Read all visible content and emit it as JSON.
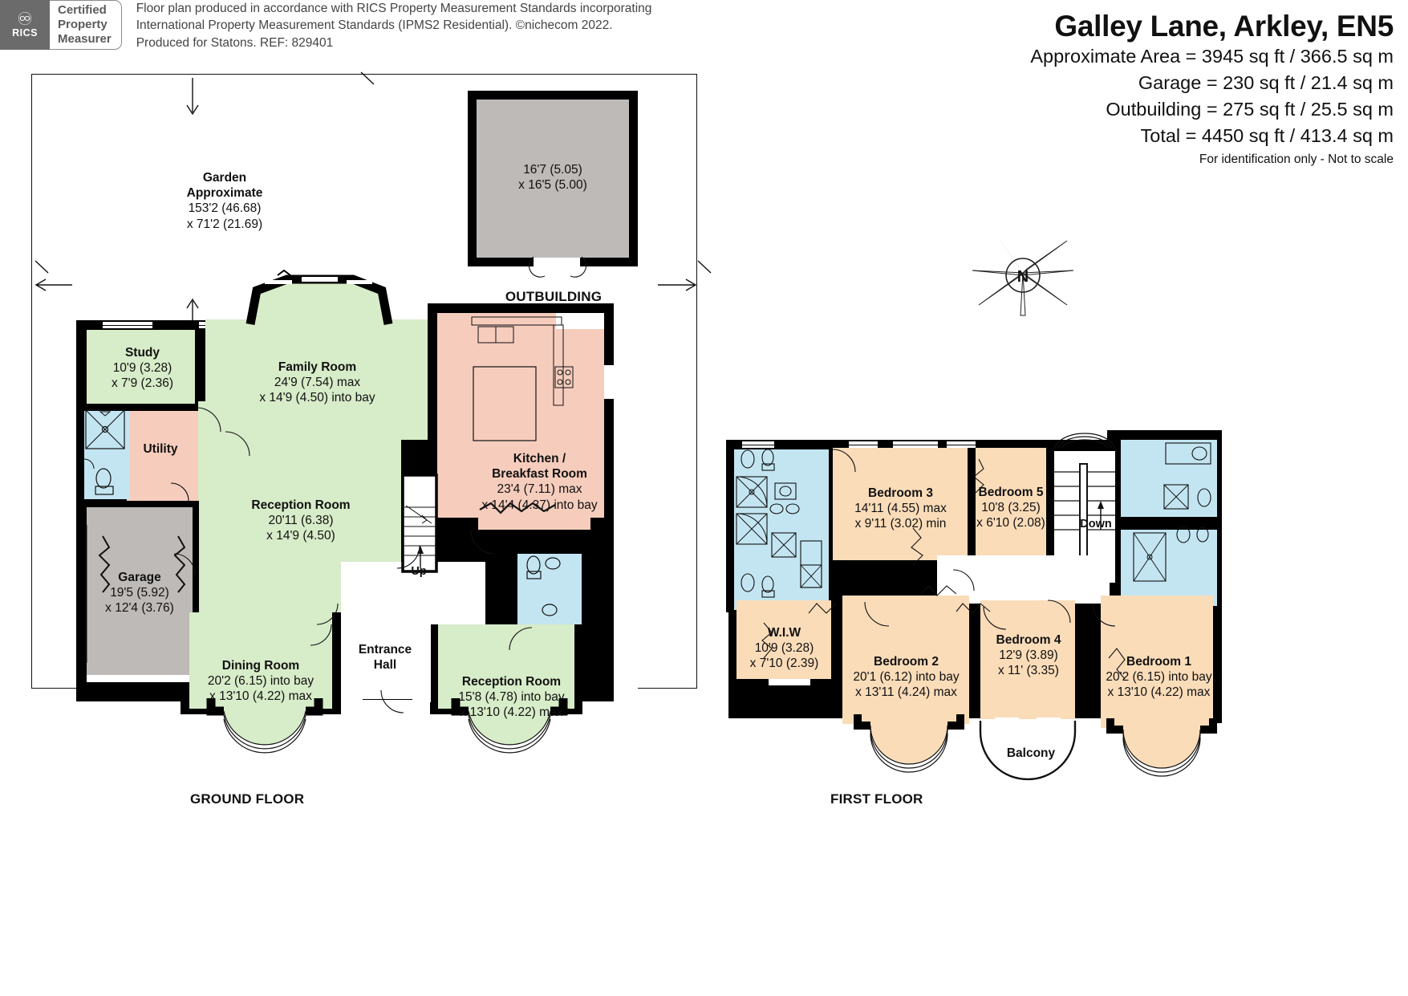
{
  "header": {
    "title": "Galley Lane, Arkley, EN5",
    "lines": [
      "Approximate Area = 3945 sq ft / 366.5 sq m",
      "Garage = 230 sq ft / 21.4 sq m",
      "Outbuilding = 275 sq ft / 25.5 sq m",
      "Total = 4450 sq ft / 413.4 sq m"
    ],
    "notice": "For identification only - Not to scale"
  },
  "compass": {
    "label": "N",
    "name": "north-arrow"
  },
  "garden": {
    "name": "Garden",
    "approx": "Approximate",
    "dim1": "153'2 (46.68)",
    "dim2": "x 71'2 (21.69)"
  },
  "outbuilding": {
    "label": "OUTBUILDING",
    "dim1": "16'7 (5.05)",
    "dim2": "x 16'5 (5.00)"
  },
  "floors": {
    "ground_label": "GROUND FLOOR",
    "first_label": "FIRST FLOOR"
  },
  "ground_rooms": [
    {
      "id": "study",
      "name": "Study",
      "dim1": "10'9 (3.28)",
      "dim2": "x 7'9 (2.36)"
    },
    {
      "id": "utility",
      "name": "Utility",
      "dim1": "",
      "dim2": ""
    },
    {
      "id": "family",
      "name": "Family Room",
      "dim1": "24'9 (7.54) max",
      "dim2": "x 14'9 (4.50) into bay"
    },
    {
      "id": "kitchen",
      "name": "Kitchen /",
      "name2": "Breakfast Room",
      "dim1": "23'4 (7.11) max",
      "dim2": "x 14'4 (4.37) into bay"
    },
    {
      "id": "reception1",
      "name": "Reception Room",
      "dim1": "20'11 (6.38)",
      "dim2": "x 14'9 (4.50)"
    },
    {
      "id": "garage",
      "name": "Garage",
      "dim1": "19'5 (5.92)",
      "dim2": "x 12'4 (3.76)"
    },
    {
      "id": "dining",
      "name": "Dining Room",
      "dim1": "20'2 (6.15) into bay",
      "dim2": "x 13'10 (4.22) max"
    },
    {
      "id": "entrance",
      "name": "Entrance",
      "name2": "Hall",
      "dim1": "",
      "dim2": ""
    },
    {
      "id": "reception2",
      "name": "Reception Room",
      "dim1": "15'8 (4.78) into bay",
      "dim2": "x 13'10 (4.22) max"
    }
  ],
  "ground_markers": {
    "up": "Up"
  },
  "first_rooms": [
    {
      "id": "bedroom3",
      "name": "Bedroom 3",
      "dim1": "14'11 (4.55) max",
      "dim2": "x 9'11 (3.02) min"
    },
    {
      "id": "bedroom5",
      "name": "Bedroom 5",
      "dim1": "10'8 (3.25)",
      "dim2": "x 6'10 (2.08)"
    },
    {
      "id": "wiw",
      "name": "W.I.W",
      "dim1": "10'9 (3.28)",
      "dim2": "x 7'10 (2.39)"
    },
    {
      "id": "bedroom2",
      "name": "Bedroom 2",
      "dim1": "20'1 (6.12) into bay",
      "dim2": "x 13'11 (4.24) max"
    },
    {
      "id": "bedroom4",
      "name": "Bedroom 4",
      "dim1": "12'9 (3.89)",
      "dim2": "x 11' (3.35)"
    },
    {
      "id": "bedroom1",
      "name": "Bedroom 1",
      "dim1": "20'2 (6.15) into bay",
      "dim2": "x 13'10 (4.22) max"
    },
    {
      "id": "balcony",
      "name": "Balcony",
      "dim1": "",
      "dim2": ""
    }
  ],
  "first_markers": {
    "down": "Down"
  },
  "footer": {
    "badge": {
      "logo_text": "RICS",
      "line1": "Certified",
      "line2": "Property",
      "line3": "Measurer"
    },
    "credit1": "Floor plan produced in accordance with RICS Property Measurement Standards incorporating",
    "credit2": "International Property Measurement Standards (IPMS2 Residential).   ©nichecom 2022.",
    "credit3": "Produced for Statons.   REF: 829401"
  },
  "colors": {
    "green": "#d7ecc8",
    "pink": "#f6cdbd",
    "blue": "#c3e5f2",
    "grey": "#bdbab7",
    "orange": "#fadcb9",
    "wall": "#000000"
  }
}
